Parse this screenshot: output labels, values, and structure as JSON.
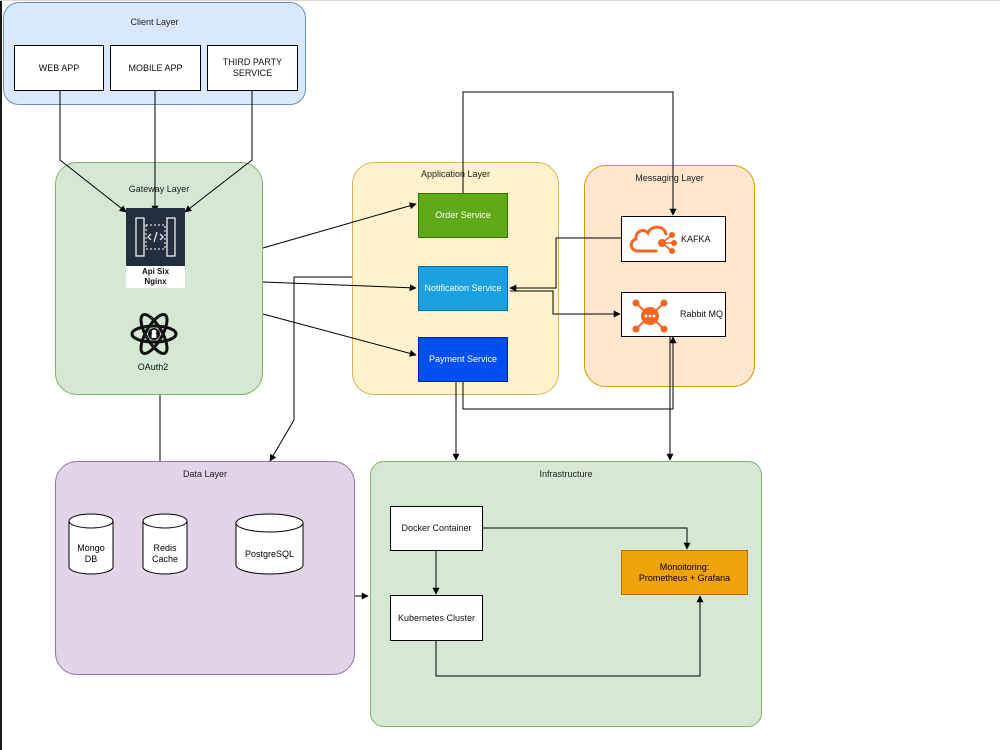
{
  "layers": {
    "client": {
      "title": "Client Layer"
    },
    "gateway": {
      "title": "Gateway Layer"
    },
    "application": {
      "title": "Application Layer"
    },
    "messaging": {
      "title": "Messaging Layer"
    },
    "data": {
      "title": "Data Layer"
    },
    "infrastructure": {
      "title": "Infrastructure"
    }
  },
  "client": {
    "web": "WEB APP",
    "mobile": "MOBILE APP",
    "third_party_1": "THIRD PARTY",
    "third_party_2": "SERVICE"
  },
  "gateway": {
    "api_line1": "Api Six",
    "api_line2": "Nginx",
    "oauth": "OAuth2"
  },
  "application": {
    "order": "Order Service",
    "notification": "Notification Service",
    "payment": "Payment Service"
  },
  "messaging": {
    "kafka": "KAFKA",
    "rabbit": "Rabbit MQ"
  },
  "data": {
    "mongo_1": "Mongo",
    "mongo_2": "DB",
    "redis_1": "Redis",
    "redis_2": "Cache",
    "postgres": "PostgreSQL"
  },
  "infrastructure": {
    "docker": "Docker Container",
    "kubernetes": "Kubernetes Cluster",
    "monitoring_1": "Monoitoring:",
    "monitoring_2": "Prometheus + Grafana"
  },
  "colors": {
    "client_fill": "#dae8fc",
    "client_stroke": "#6c8ebf",
    "gateway_fill": "#d5e8d4",
    "gateway_stroke": "#82b366",
    "app_fill": "#fff2cc",
    "app_stroke": "#d6b656",
    "msg_fill": "#ffe6cc",
    "msg_stroke": "#d79b00",
    "data_fill": "#e1d5e7",
    "data_stroke": "#9673a6",
    "infra_fill": "#d5e8d4",
    "infra_stroke": "#82b366",
    "order": "#60a917",
    "notification": "#1ba1e2",
    "payment": "#0050ef",
    "monitoring": "#f0a30a",
    "messaging_icon": "#f26522"
  }
}
